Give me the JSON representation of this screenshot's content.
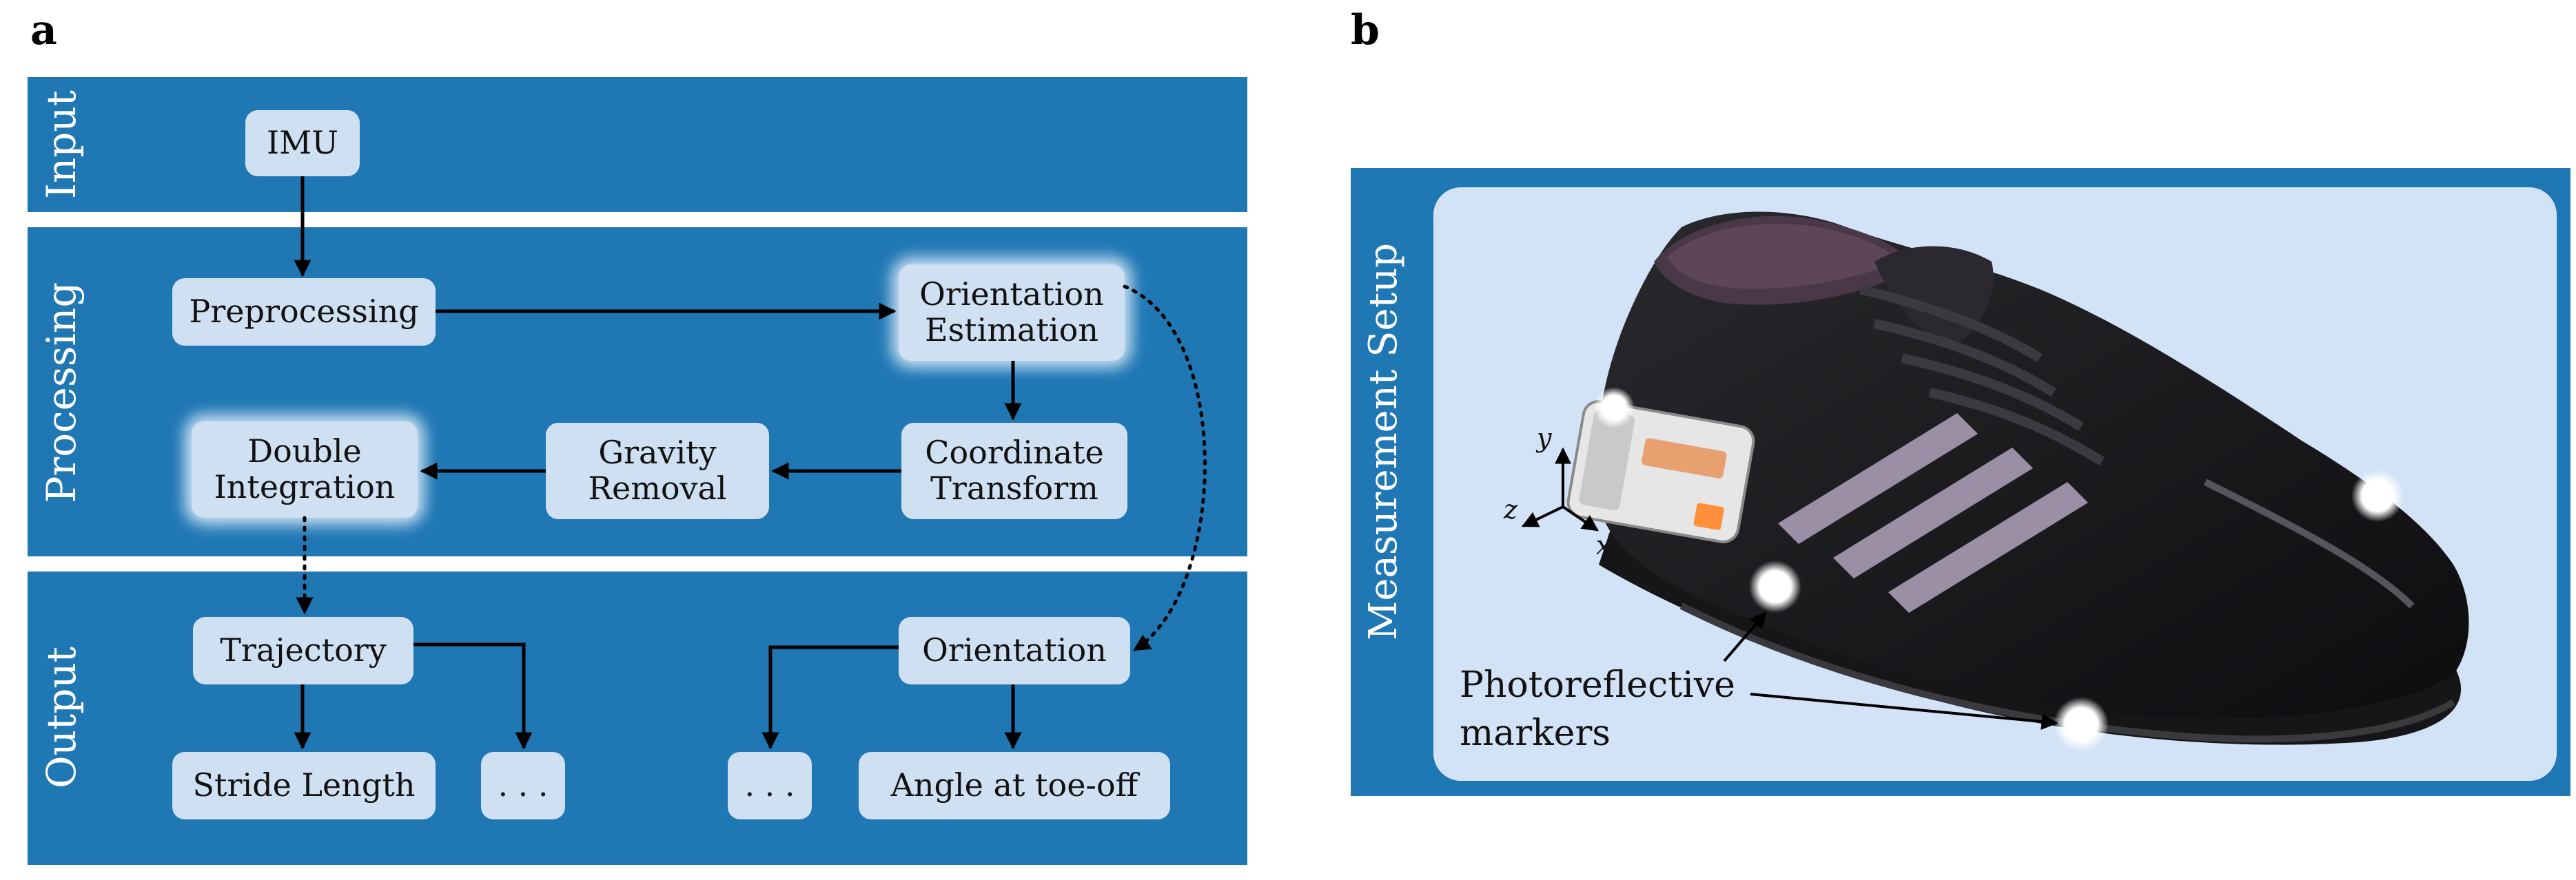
{
  "panels": {
    "a": "a",
    "b": "b"
  },
  "bands": {
    "input": "Input",
    "processing": "Processing",
    "output": "Output"
  },
  "nodes": {
    "imu": "IMU",
    "preprocessing": "Preprocessing",
    "orientation_estimation": "Orientation\nEstimation",
    "coordinate_transform": "Coordinate\nTransform",
    "gravity_removal": "Gravity\nRemoval",
    "double_integration": "Double\nIntegration",
    "trajectory": "Trajectory",
    "orientation": "Orientation",
    "stride_length": "Stride Length",
    "ellipsis_left": ". . .",
    "ellipsis_right": ". . .",
    "angle_toe_off": "Angle at toe-off"
  },
  "setup": {
    "label": "Measurement Setup",
    "markers_label": "Photoreflective\nmarkers",
    "axes": {
      "x": "x",
      "y": "y",
      "z": "z"
    }
  },
  "colors": {
    "band_blue": "#1f77b4",
    "node_fill": "#cfe0f3",
    "setup_inner": "#d3e3f7"
  }
}
